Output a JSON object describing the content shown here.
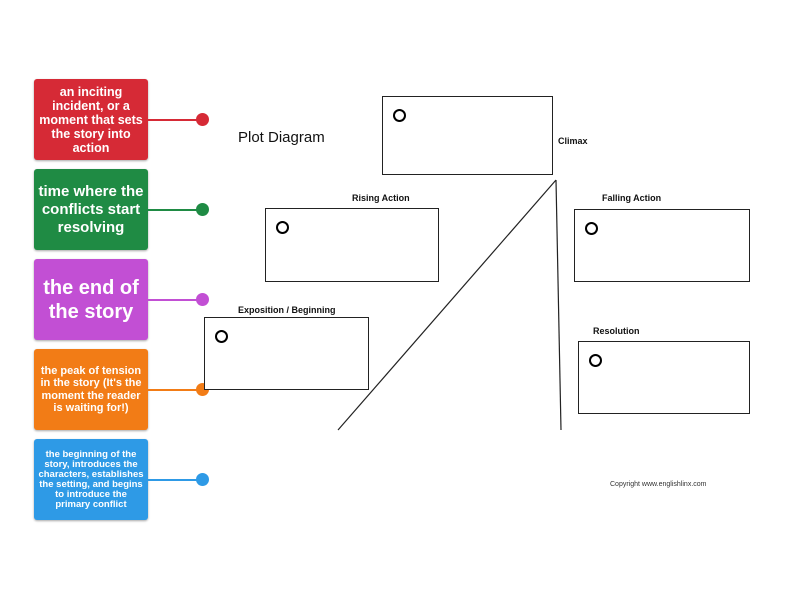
{
  "cards": [
    {
      "text": "an inciting incident, or a moment that sets the story into action",
      "color": "#d62a36"
    },
    {
      "text": "time where the conflicts start resolving",
      "color": "#1f8b44"
    },
    {
      "text": "the end of the story",
      "color": "#c24fd4"
    },
    {
      "text": "the peak of tension in the story (It's the moment the reader is waiting for!)",
      "color": "#f27c16"
    },
    {
      "text": "the beginning of the story, introduces the characters, establishes the setting, and begins to introduce the primary conflict",
      "color": "#2e9ae6"
    }
  ],
  "diagram": {
    "title": "Plot Diagram",
    "labels": {
      "climax": "Climax",
      "rising_action": "Rising Action",
      "falling_action": "Falling Action",
      "exposition": "Exposition / Beginning",
      "resolution": "Resolution"
    },
    "copyright": "Copyright www.englishlinx.com"
  }
}
